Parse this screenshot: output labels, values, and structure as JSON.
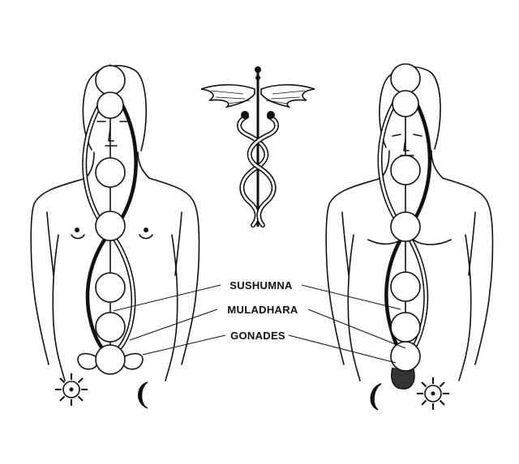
{
  "labels": {
    "sushumna": "SUSHUMNA",
    "muladhara": "MULADHARA",
    "gonades": "GONADES"
  },
  "icons": [
    "sun-icon",
    "crescent-moon-icon",
    "caduceus-icon"
  ],
  "colors": {
    "ink": "#111111",
    "paper": "#ffffff"
  }
}
